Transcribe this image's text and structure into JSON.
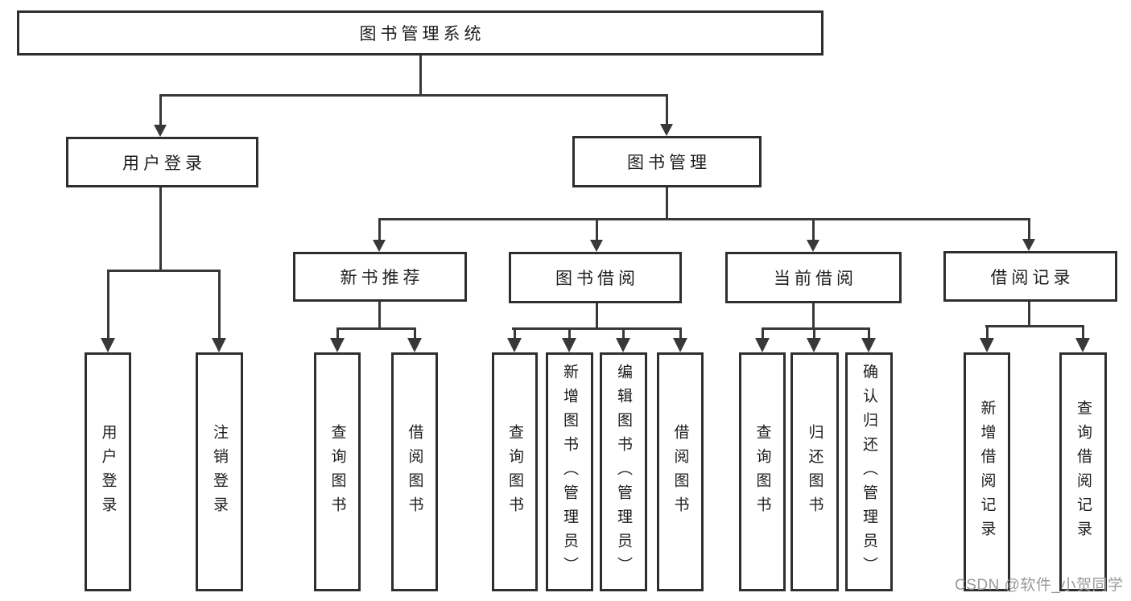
{
  "colors": {
    "background": "#ffffff",
    "line": "#383838",
    "box_border": "#2e2e2e",
    "text": "#1d1d1d",
    "watermark": "#9a9a9a"
  },
  "diagram": {
    "root": {
      "label": "图书管理系统"
    },
    "level2": [
      {
        "label": "用户登录"
      },
      {
        "label": "图书管理"
      }
    ],
    "level3": [
      {
        "label": "新书推荐"
      },
      {
        "label": "图书借阅"
      },
      {
        "label": "当前借阅"
      },
      {
        "label": "借阅记录"
      }
    ],
    "leaves": [
      {
        "label": "用户登录"
      },
      {
        "label": "注销登录"
      },
      {
        "label": "查询图书"
      },
      {
        "label": "借阅图书"
      },
      {
        "label": "查询图书"
      },
      {
        "label": "新增图书（管理员）"
      },
      {
        "label": "编辑图书（管理员）"
      },
      {
        "label": "借阅图书"
      },
      {
        "label": "查询图书"
      },
      {
        "label": "归还图书"
      },
      {
        "label": "确认归还（管理员）"
      },
      {
        "label": "新增借阅记录"
      },
      {
        "label": "查询借阅记录"
      }
    ]
  },
  "watermark": {
    "text": "CSDN @软件_小贺同学"
  }
}
